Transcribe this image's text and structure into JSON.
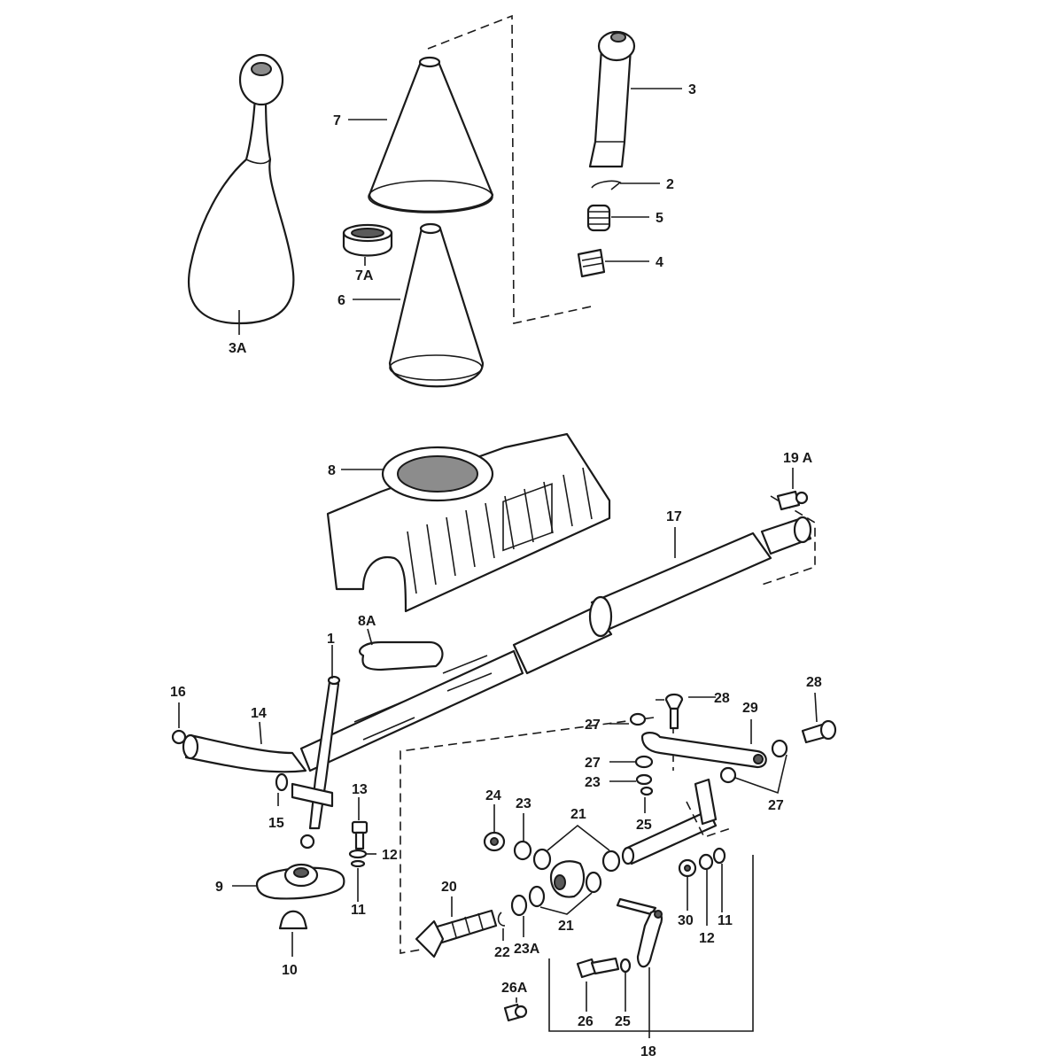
{
  "callouts": {
    "c1": "1",
    "c2": "2",
    "c3": "3",
    "c3A": "3A",
    "c4": "4",
    "c5": "5",
    "c6": "6",
    "c7": "7",
    "c7A": "7A",
    "c8": "8",
    "c8A": "8A",
    "c9": "9",
    "c10": "10",
    "c11a": "11",
    "c11b": "11",
    "c12a": "12",
    "c12b": "12",
    "c13": "13",
    "c14": "14",
    "c15": "15",
    "c16": "16",
    "c17": "17",
    "c18": "18",
    "c19A": "19 A",
    "c20": "20",
    "c21a": "21",
    "c21b": "21",
    "c22": "22",
    "c23a": "23",
    "c23b": "23",
    "c23A": "23A",
    "c24": "24",
    "c25a": "25",
    "c25b": "25",
    "c26": "26",
    "c26A": "26A",
    "c27a": "27",
    "c27b": "27",
    "c27c": "27",
    "c28a": "28",
    "c28b": "28",
    "c29": "29",
    "c30": "30"
  }
}
